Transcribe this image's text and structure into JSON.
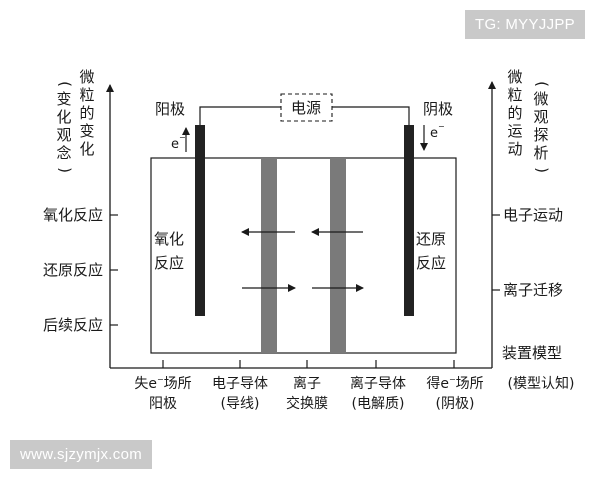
{
  "watermark_top": "TG: MYYJJPP",
  "watermark_bottom": "www.sjzymjx.com",
  "power_source": "电源",
  "anode": {
    "label": "阳极",
    "electron": "e"
  },
  "cathode": {
    "label": "阴极",
    "electron": "e"
  },
  "left_axis": {
    "title_main": [
      "微",
      "粒",
      "的",
      "变",
      "化"
    ],
    "title_paren": [
      "(",
      "变",
      "化",
      "观",
      "念",
      ")"
    ],
    "ticks": [
      "氧化反应",
      "还原反应",
      "后续反应"
    ]
  },
  "right_axis": {
    "title_main": [
      "微",
      "粒",
      "的",
      "运",
      "动"
    ],
    "title_paren": [
      "(",
      "微",
      "观",
      "探",
      "析",
      ")"
    ],
    "ticks": [
      "电子运动",
      "离子迁移"
    ]
  },
  "inner_left_label": [
    "氧化",
    "反应"
  ],
  "inner_right_label": [
    "还原",
    "反应"
  ],
  "x_axis_label": "装置模型",
  "x_axis_ticks": [
    {
      "line1_pre": "失",
      "line1_e": "e",
      "line1_post": "场所",
      "line2": "阳极"
    },
    {
      "line1": "电子导体",
      "line2": "(导线)"
    },
    {
      "line1": "离子",
      "line2": "交换膜"
    },
    {
      "line1": "离子导体",
      "line2": "(电解质)"
    },
    {
      "line1_pre": "得",
      "line1_e": "e",
      "line1_post": "场所",
      "line2": "(阴极)"
    }
  ],
  "x_axis_end_label": "(模型认知)",
  "colors": {
    "electrode": "#222222",
    "membrane": "#7a7a7a",
    "axis": "#1a1a1a"
  }
}
